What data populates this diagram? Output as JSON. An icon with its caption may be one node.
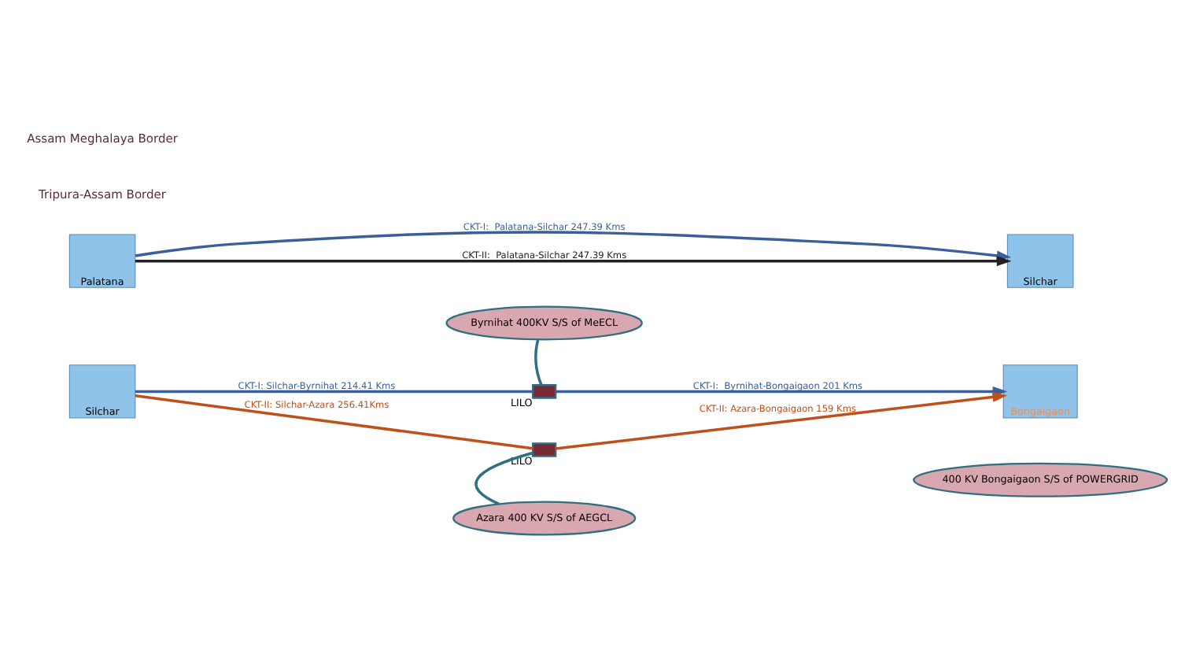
{
  "diagram": {
    "nodes": [
      {
        "text": [
          "Palatana"
        ]
      },
      {
        "text": [
          "Silchar"
        ]
      },
      {
        "text": [
          "Silchar"
        ]
      },
      {
        "text": [
          "Bongaigaon"
        ]
      },
      {
        "text": [
          "Byrnihat 400KV S/S of MeECL"
        ]
      },
      {
        "text": [
          "Azara 400 KV S/S of AEGCL"
        ]
      },
      {
        "text": [
          "400 KV Bongaigaon S/S of POWERGRID"
        ]
      },
      {
        "text": [],
        "shape": "box",
        "beside": [
          "LILO"
        ]
      },
      {
        "text": [],
        "shape": "box",
        "beside": [
          "LILO"
        ]
      }
    ],
    "edges": [
      {
        "from": 0,
        "to": 1,
        "arrow": "to",
        "label": "CKT-I:  Palatana-Silchar 247.39 Kms"
      },
      {
        "from": 0,
        "to": 1,
        "arrow": "to",
        "label": "CKT-II:  Palatana-Silchar 247.39 Kms",
        "color": "#222222"
      },
      {
        "from": 2,
        "to": 7,
        "arrow": "none",
        "label": "CKT-I: Silchar-Byrnihat 214.41 Kms"
      },
      {
        "from": 7,
        "to": 3,
        "arrow": "to",
        "label": "CKT-I:  Byrnihat-Bongaigaon 201 Kms"
      },
      {
        "from": 2,
        "to": 8,
        "arrow": "none",
        "label": "CKT-II: Silchar-Azara 256.41Kms",
        "color": "#c0501a"
      },
      {
        "from": 8,
        "to": 3,
        "arrow": "to",
        "label": "CKT-II: Azara-Bongaigaon 159 Kms",
        "color": "#c0501a"
      },
      {
        "from": 4,
        "to": 7,
        "arrow": "none",
        "color": "#2f6f80"
      },
      {
        "from": 5,
        "to": 8,
        "arrow": "none",
        "color": "#2f6f80"
      }
    ],
    "labels": [
      "Tripura-Assam Border",
      "Assam Meghalaya Border"
    ]
  }
}
